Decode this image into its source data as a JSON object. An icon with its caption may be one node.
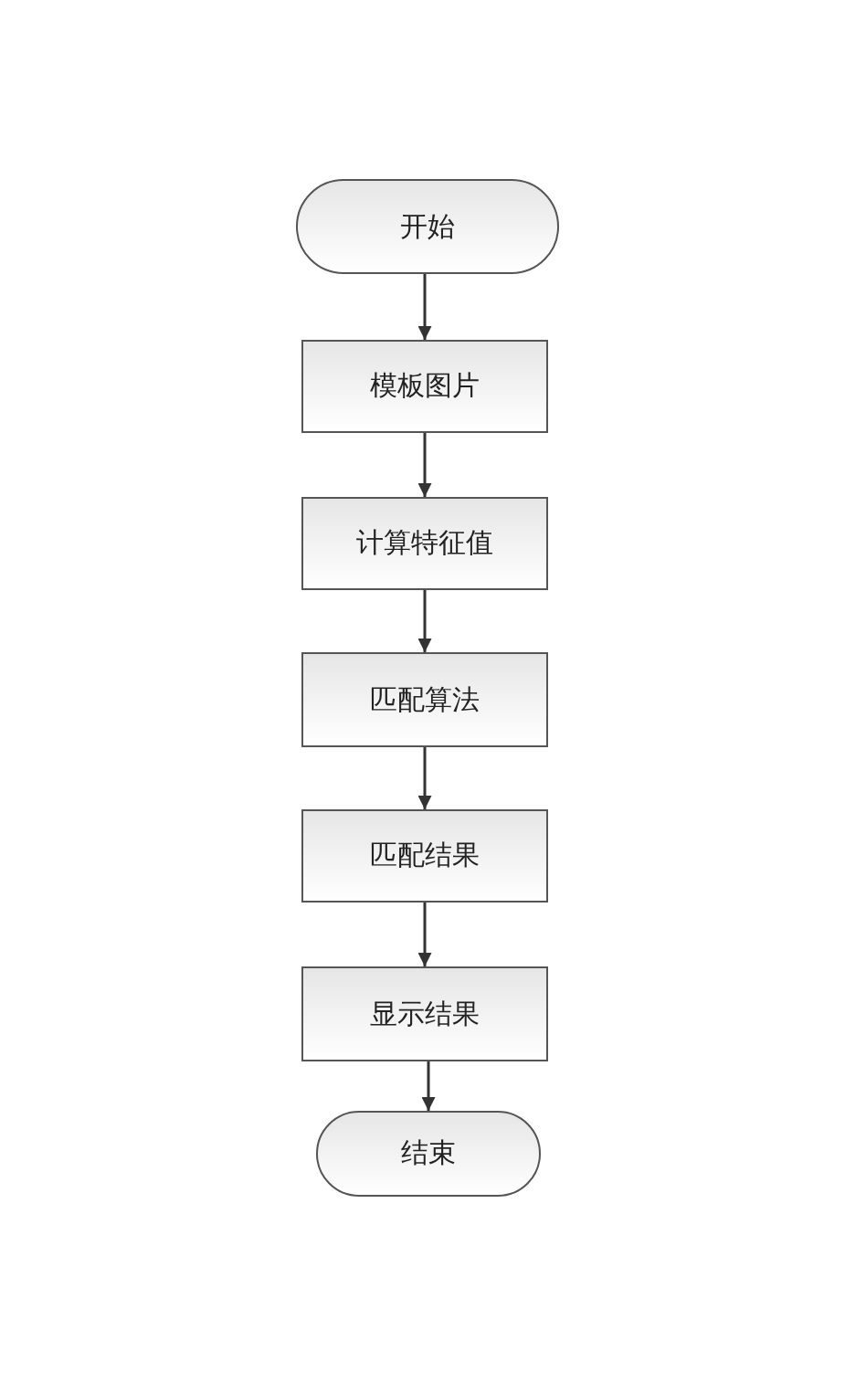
{
  "diagram": {
    "nodes": [
      {
        "text": [
          "开始"
        ]
      },
      {
        "text": [
          "模板图片"
        ]
      },
      {
        "text": [
          "计算特征值"
        ]
      },
      {
        "text": [
          "匹配算法"
        ]
      },
      {
        "text": [
          "匹配结果"
        ]
      },
      {
        "text": [
          "显示结果"
        ]
      },
      {
        "text": [
          "结束"
        ]
      }
    ],
    "edges": [
      {
        "from": 0,
        "to": 1,
        "arrow": "to"
      },
      {
        "from": 1,
        "to": 2,
        "arrow": "to"
      },
      {
        "from": 2,
        "to": 3,
        "arrow": "to"
      },
      {
        "from": 3,
        "to": 4,
        "arrow": "to"
      },
      {
        "from": 4,
        "to": 5,
        "arrow": "to"
      },
      {
        "from": 5,
        "to": 6,
        "arrow": "to"
      }
    ]
  }
}
